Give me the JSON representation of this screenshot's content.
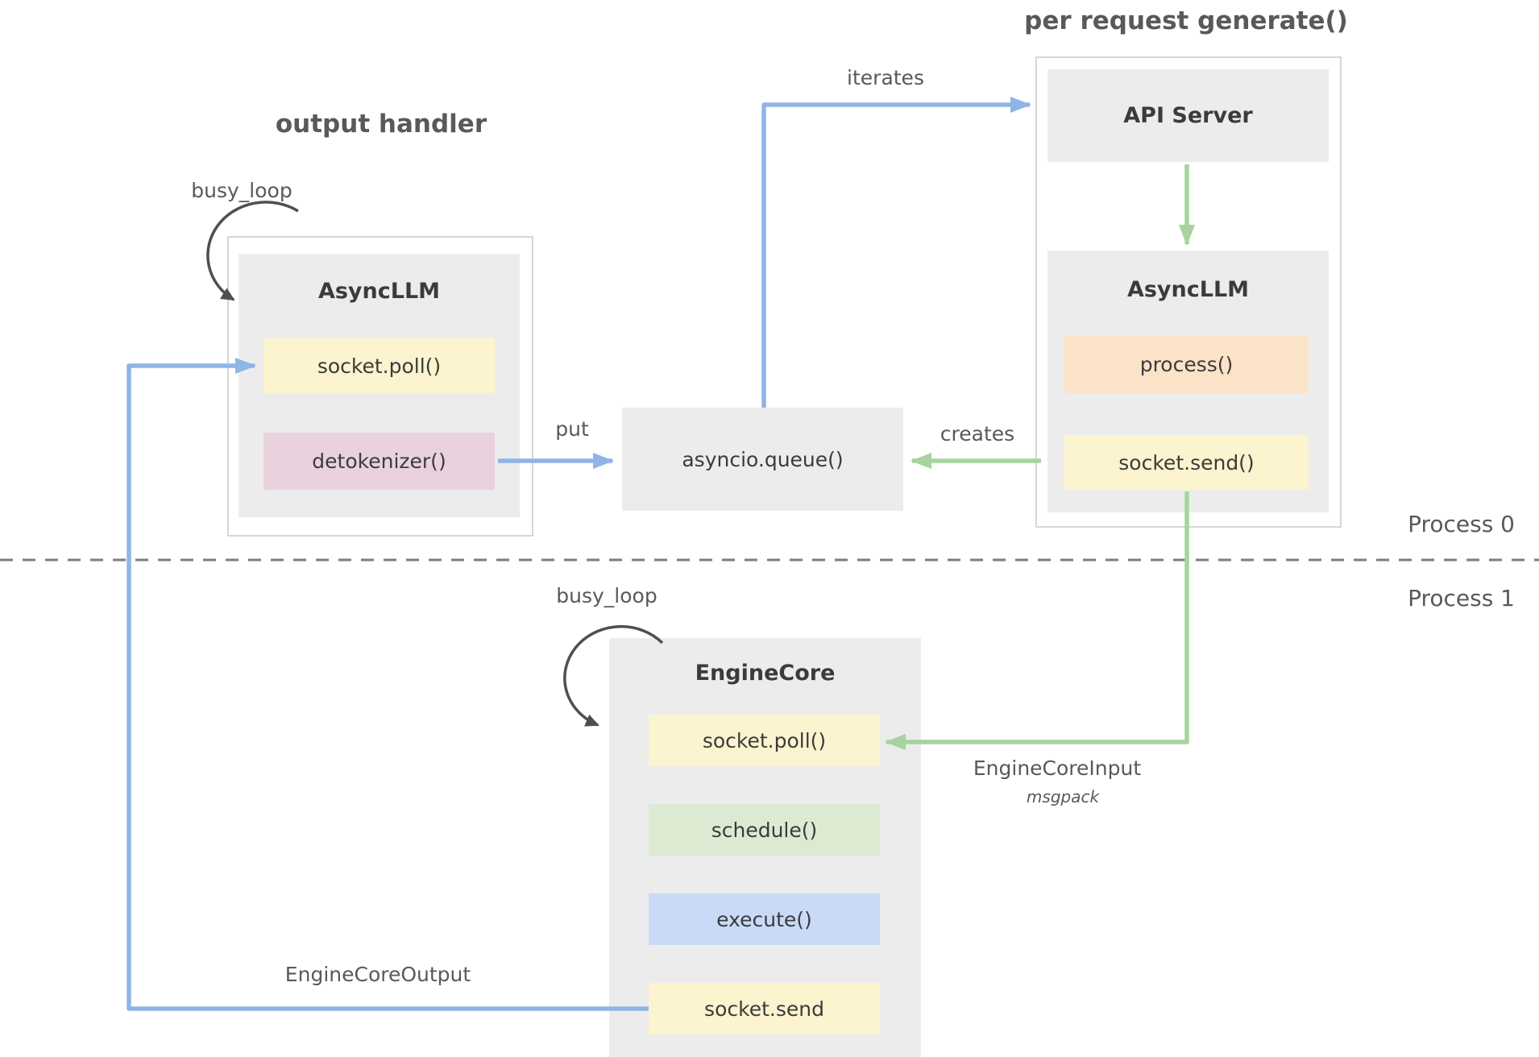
{
  "colors": {
    "blue_arrow": "#8fb5e5",
    "green_arrow": "#a6d39e",
    "dark_arrow": "#4f4f4f",
    "gray_box": "#ececec",
    "outer_border": "#d6d6d6",
    "yellow_box": "#fcf3cf",
    "pink_box": "#e9d2dd",
    "orange_box": "#fbe3c8",
    "green_box": "#dcead2",
    "blue_box": "#c9daf8",
    "dash_line": "#7d7d7d",
    "title_text": "#595959",
    "node_text": "#3b3b3b"
  },
  "titles": {
    "output_handler": "output handler",
    "per_request_generate": "per request generate()"
  },
  "nodes": {
    "api_server": {
      "title": "API Server"
    },
    "left_asyncllm": {
      "title": "AsyncLLM",
      "socket_poll": "socket.poll()",
      "detokenizer": "detokenizer()"
    },
    "right_asyncllm": {
      "title": "AsyncLLM",
      "process": "process()",
      "socket_send": "socket.send()"
    },
    "queue": {
      "title": "asyncio.queue()"
    },
    "engine_core": {
      "title": "EngineCore",
      "socket_poll": "socket.poll()",
      "schedule": "schedule()",
      "execute": "execute()",
      "socket_send": "socket.send"
    }
  },
  "edge_labels": {
    "put": "put",
    "iterates": "iterates",
    "creates": "creates",
    "engine_core_input": "EngineCoreInput",
    "msgpack": "msgpack",
    "engine_core_output": "EngineCoreOutput"
  },
  "loop_labels": {
    "left": "busy_loop",
    "engine": "busy_loop"
  },
  "process_labels": {
    "p0": "Process 0",
    "p1": "Process 1"
  }
}
